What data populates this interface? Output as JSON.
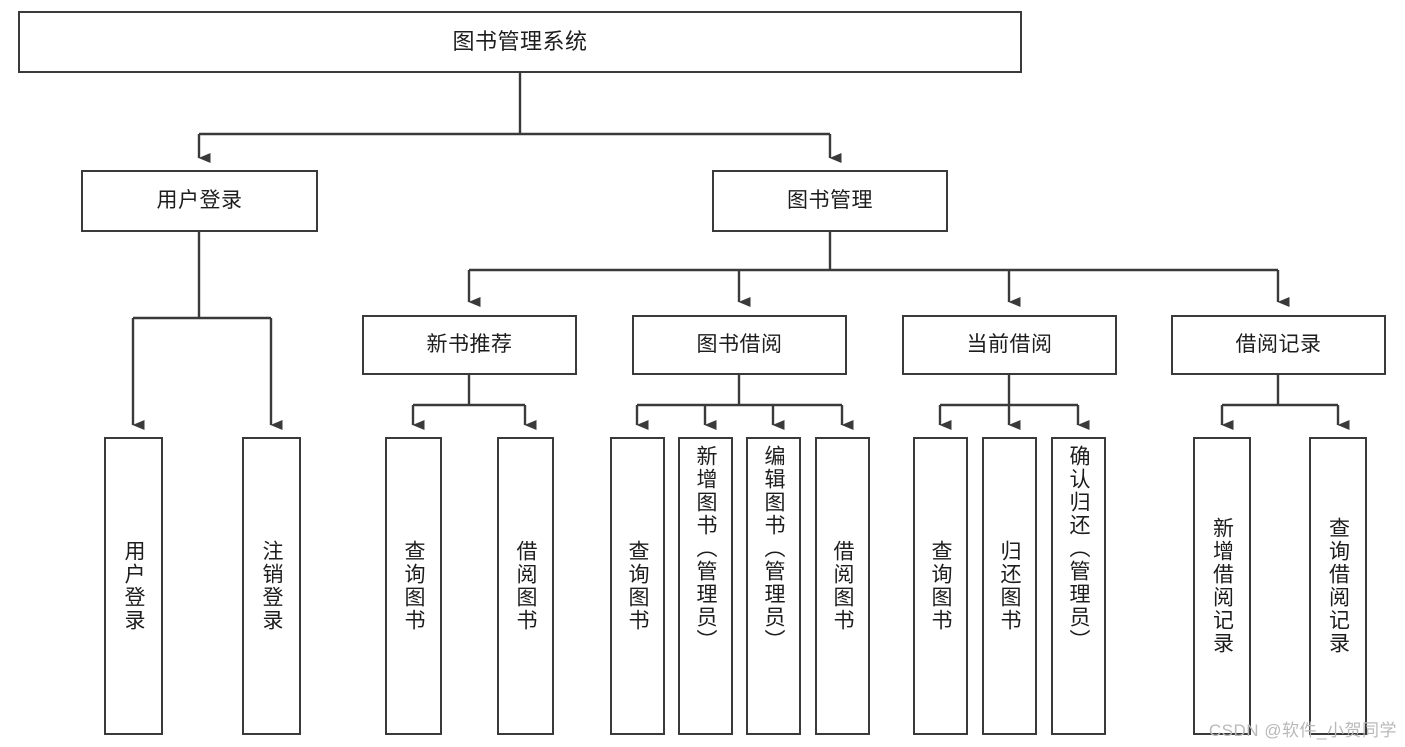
{
  "diagram": {
    "title": "图书管理系统",
    "type": "tree-hierarchy-chart",
    "watermark": "CSDN @软件_小贺同学",
    "colors": {
      "node_border": "#3a3a3a",
      "node_fill": "#ffffff",
      "edge": "#3a3a3a",
      "text": "#1d1d1d",
      "watermark": "#b9b9b9",
      "background": "#ffffff"
    }
  },
  "nodes": {
    "root": {
      "label": "图书管理系统"
    },
    "level2": [
      {
        "label": "用户登录"
      },
      {
        "label": "图书管理"
      }
    ],
    "level3": [
      {
        "label": "新书推荐"
      },
      {
        "label": "图书借阅"
      },
      {
        "label": "当前借阅"
      },
      {
        "label": "借阅记录"
      }
    ],
    "leaves": {
      "user_login": [
        {
          "label": "用户登录"
        },
        {
          "label": "注销登录"
        }
      ],
      "new_book_recommend": [
        {
          "label": "查询图书"
        },
        {
          "label": "借阅图书"
        }
      ],
      "book_borrow": [
        {
          "label": "查询图书"
        },
        {
          "label": "新增图书（管理员）"
        },
        {
          "label": "编辑图书（管理员）"
        },
        {
          "label": "借阅图书"
        }
      ],
      "current_borrow": [
        {
          "label": "查询图书"
        },
        {
          "label": "归还图书"
        },
        {
          "label": "确认归还（管理员）"
        }
      ],
      "borrow_record": [
        {
          "label": "新增借阅记录"
        },
        {
          "label": "查询借阅记录"
        }
      ]
    }
  }
}
